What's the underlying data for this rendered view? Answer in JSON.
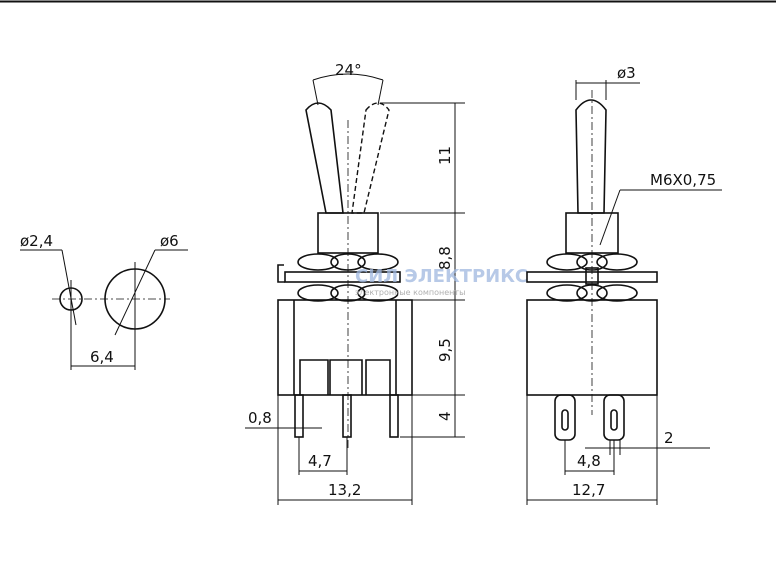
{
  "drawing": {
    "left_view": {
      "small_hole": "ø2,4",
      "large_hole": "ø6",
      "spacing": "6,4"
    },
    "front_view": {
      "angle": "24°",
      "lever_height": "11",
      "bushing_height": "8,8",
      "body_height": "9,5",
      "terminal_length": "4",
      "terminal_thickness": "0,8",
      "terminal_pitch": "4,7",
      "body_width": "13,2"
    },
    "side_view": {
      "lever_diameter": "ø3",
      "thread": "M6X0,75",
      "terminal_width": "2",
      "terminal_pitch": "4,8",
      "body_width": "12,7"
    },
    "watermark": {
      "brand": "СИЛ ЭЛЕКТРИКС",
      "tagline": "электронные компоненты"
    }
  }
}
